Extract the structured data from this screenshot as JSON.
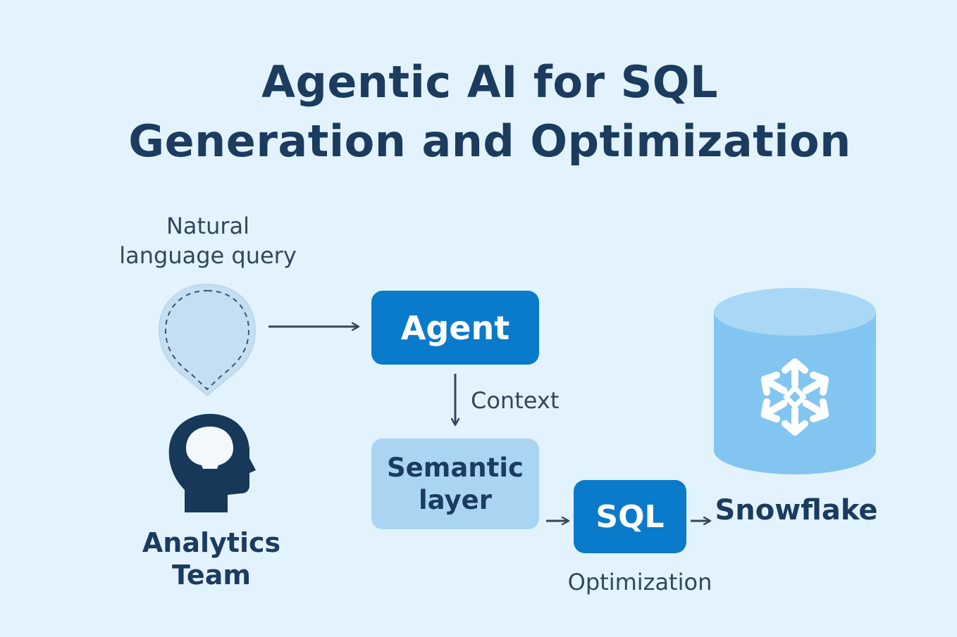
{
  "title": {
    "line1": "Agentic AI for SQL",
    "line2": "Generation and Optimization"
  },
  "input": {
    "label_line1": "Natural",
    "label_line2": "language query"
  },
  "team": {
    "label_line1": "Analytics",
    "label_line2": "Team"
  },
  "agent": {
    "label": "Agent"
  },
  "context": {
    "label": "Context"
  },
  "semantic_layer": {
    "label_line1": "Semantic",
    "label_line2": "layer"
  },
  "sql": {
    "label": "SQL",
    "sublabel": "Optimization"
  },
  "warehouse": {
    "label": "Snowflake"
  },
  "colors": {
    "background": "#e2f3fd",
    "primary_blue": "#0a7acb",
    "light_blue": "#a9d5f3",
    "cylinder_body": "#82c5f0",
    "cylinder_top": "#a8d8f6",
    "navy": "#1b3b5f",
    "arrow": "#34465a"
  },
  "icons": {
    "query_bubble": "speech-bubble-icon",
    "team": "head-profile-icon",
    "warehouse": "database-cylinder-icon",
    "brand": "snowflake-icon"
  }
}
